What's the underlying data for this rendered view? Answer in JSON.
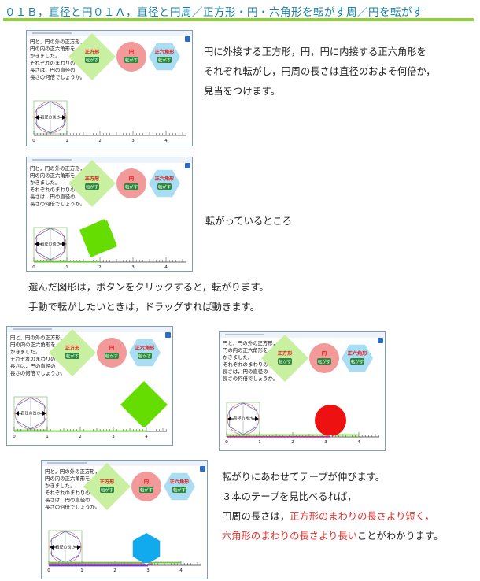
{
  "title": "０１Ｂ，直径と円０１Ａ，直径と円周／正方形・円・六角形を転がす周／円を転がす",
  "text": {
    "p1": [
      "円に外接する正方形，円，円に内接する正六角形を",
      "それぞれ転がし，円周の長さは直径のおよそ何倍か，",
      "見当をつけます。"
    ],
    "p2": "転がっているところ",
    "p3": [
      "選んだ図形は，ボタンをクリックすると，転がります。",
      "手動で転がしたいときは，ドラッグすれば動きます。"
    ],
    "p4a": "転がりにあわせてテープが伸びます。",
    "p4b": "３本のテープを見比べるれば，",
    "p4c_prefix": "円周の長さは，",
    "p4c_red": "正方形のまわりの長さより短く，",
    "p4d_red": "六角形のまわりの長さより長い",
    "p4d_suffix": "ことがわかります。"
  },
  "app": {
    "question": [
      "円と，円の外の正方形，",
      "円の内の正六角形を",
      "かきました。",
      "それぞれのまわりの",
      "長さは，円の直径の",
      "長さの何倍でしょうか。"
    ],
    "square_label": "正方形",
    "circle_label": "円",
    "hexagon_label": "正六角形",
    "roll_label": "転がす",
    "diameter_label": "直径の長さ",
    "ruler_labels": [
      "0",
      "1",
      "2",
      "3",
      "4"
    ]
  },
  "colors": {
    "square": "#66dd00",
    "circle": "#ee1111",
    "hexagon": "#11aaee",
    "tape": "#66cc33",
    "red_text": "#e0302b"
  }
}
